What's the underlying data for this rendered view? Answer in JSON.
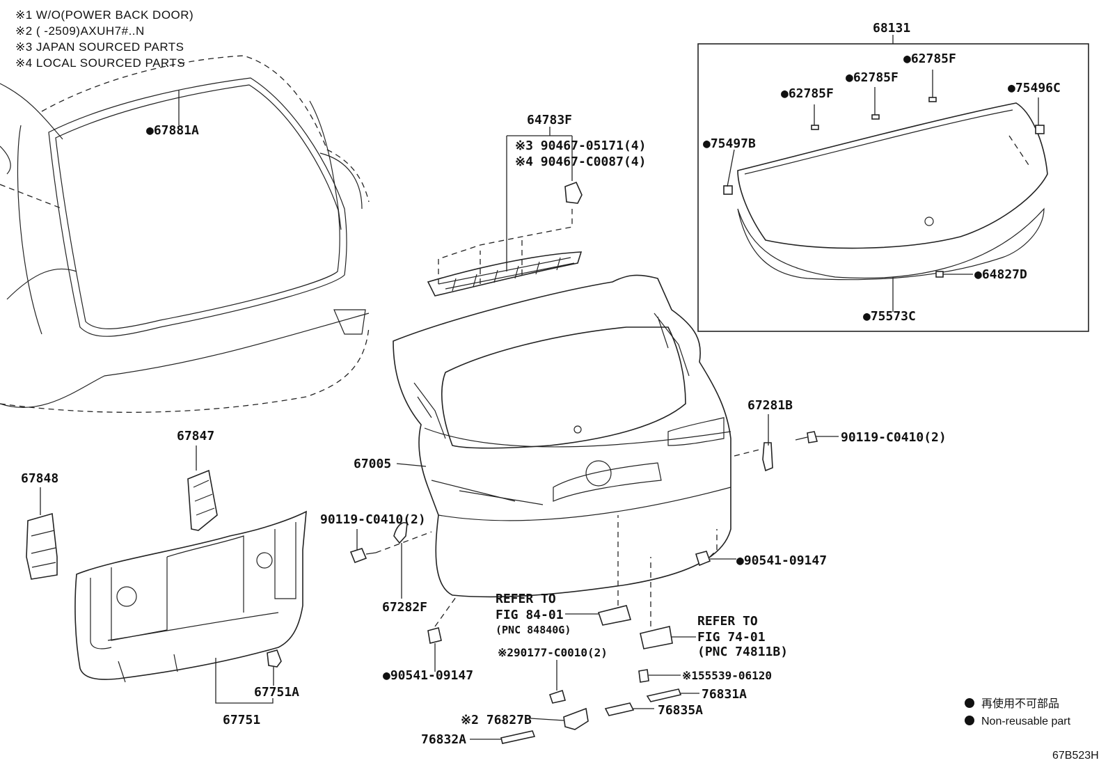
{
  "notes": [
    "※1 W/O(POWER BACK DOOR)",
    "※2 (      -2509)AXUH7#..N",
    "※3 JAPAN SOURCED PARTS",
    "※4 LOCAL SOURCED PARTS"
  ],
  "labels": {
    "p68131": "68131",
    "p62785F_a": "●62785F",
    "p62785F_b": "●62785F",
    "p62785F_c": "●62785F",
    "p75496C": "●75496C",
    "p75497B": "●75497B",
    "p64827D": "●64827D",
    "p75573C": "●75573C",
    "p67881A": "●67881A",
    "p64783F": "64783F",
    "p90467_05171": "※3 90467-05171(4)",
    "p90467_C0087": "※4 90467-C0087(4)",
    "p67281B": "67281B",
    "p90119_right": "90119-C0410(2)",
    "p67005": "67005",
    "p67847": "67847",
    "p67848": "67848",
    "p90119_left": "90119-C0410(2)",
    "p67282F": "67282F",
    "p90541_right": "●90541-09147",
    "p90541_bottom": "●90541-09147",
    "p67751A": "67751A",
    "p67751": "67751",
    "ref84_1": "REFER TO",
    "ref84_2": "FIG 84-01",
    "ref84_3": "(PNC 84840G)",
    "ref74_1": "REFER TO",
    "ref74_2": "FIG 74-01",
    "ref74_3": "(PNC 74811B)",
    "p90177": "※290177-C0010(2)",
    "p155539": "※155539-06120",
    "p76831A": "76831A",
    "p76835A": "76835A",
    "p76827B": "※2 76827B",
    "p76832A": "76832A"
  },
  "legend": {
    "ja": "再使用不可部品",
    "en": "Non-reusable part"
  },
  "figure_code": "67B523H"
}
